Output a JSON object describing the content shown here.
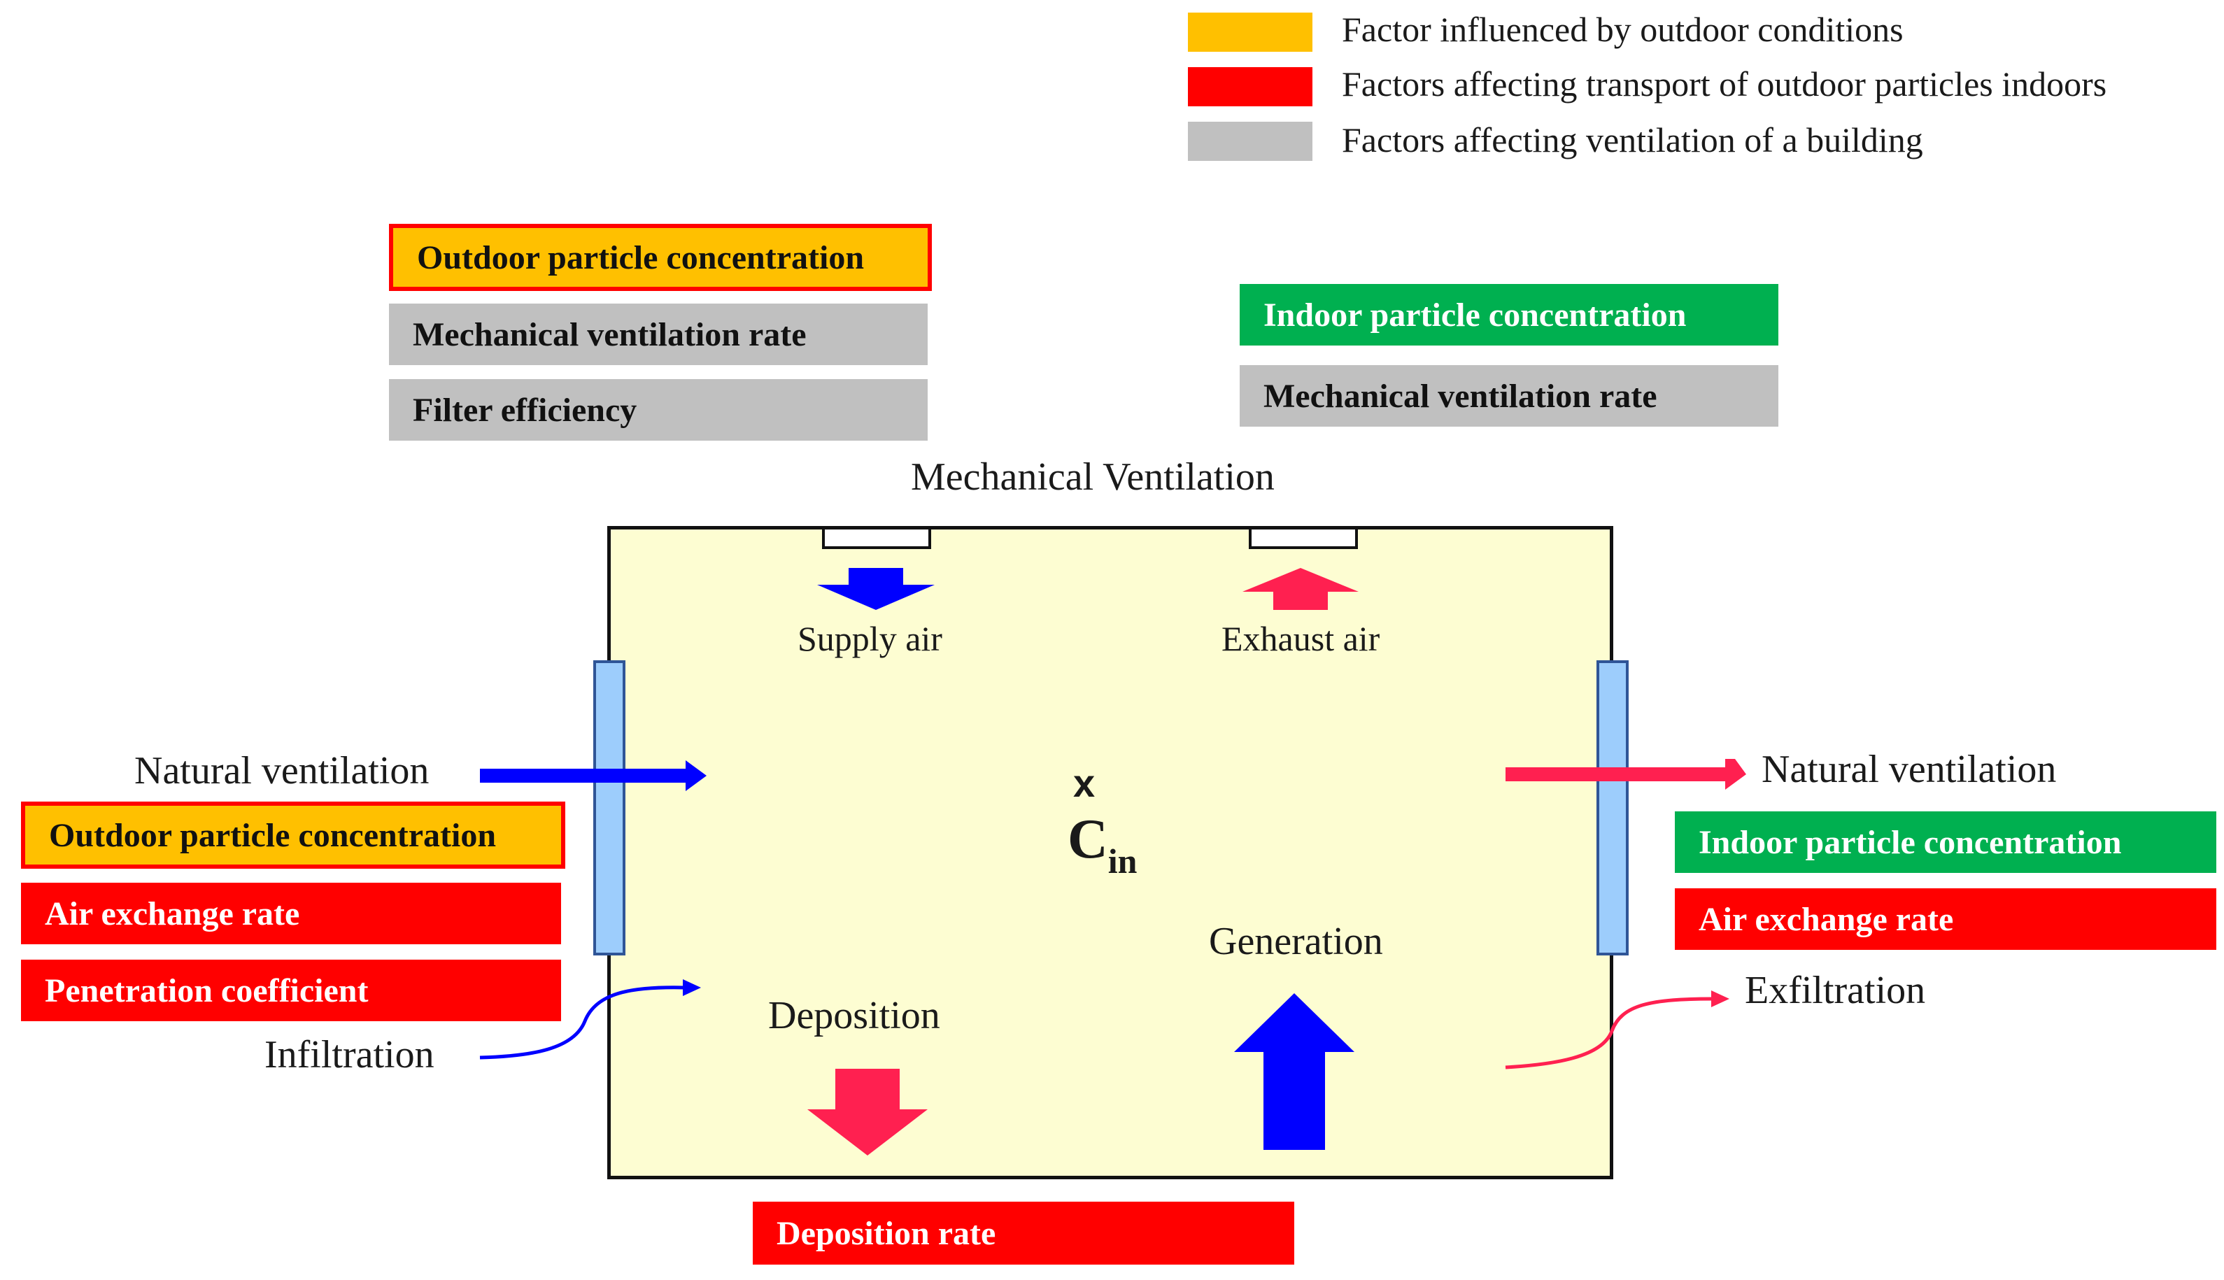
{
  "legend": [
    {
      "color": "#ffc000",
      "text": "Factor influenced by outdoor conditions"
    },
    {
      "color": "#ff0000",
      "text": "Factors affecting transport of outdoor particles indoors"
    },
    {
      "color": "#c0c0c0",
      "text": "Factors affecting ventilation of a building"
    }
  ],
  "boxes": {
    "mech_supply": [
      "Outdoor particle concentration",
      "Mechanical ventilation rate",
      "Filter efficiency"
    ],
    "mech_exhaust": [
      "Indoor particle concentration",
      "Mechanical ventilation rate"
    ],
    "natural_in": [
      "Outdoor particle concentration",
      "Air exchange rate",
      "Penetration coefficient"
    ],
    "natural_out": [
      "Indoor particle concentration",
      "Air exchange rate"
    ],
    "deposition": "Deposition rate"
  },
  "labels": {
    "mechanical_ventilation": "Mechanical Ventilation",
    "supply_air": "Supply air",
    "exhaust_air": "Exhaust air",
    "natural_ventilation_in": "Natural ventilation",
    "natural_ventilation_out": "Natural ventilation",
    "infiltration": "Infiltration",
    "exfiltration": "Exfiltration",
    "deposition": "Deposition",
    "generation": "Generation",
    "marker": "x",
    "c_main": "C",
    "c_sub": "in"
  },
  "colors": {
    "orange": "#ffc000",
    "red": "#ff0000",
    "gray": "#c0c0c0",
    "green": "#00b050",
    "blue_arrow": "#0000ff",
    "pink_arrow": "#ff2050",
    "room_fill": "#fdfdd2",
    "window_fill": "#9dcdfc"
  }
}
